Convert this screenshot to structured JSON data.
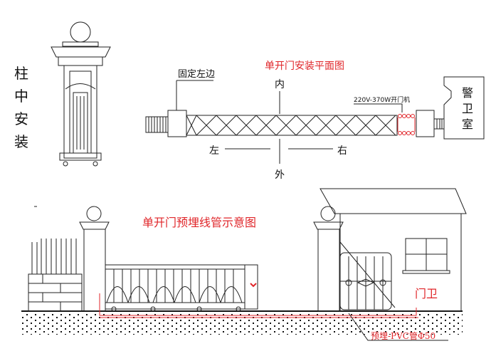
{
  "left_label": [
    "柱",
    "中",
    "安",
    "装"
  ],
  "plan": {
    "title": "单开门安装平面图",
    "fixed_left": "固定左边",
    "inside": "内",
    "outside": "外",
    "left": "左",
    "right": "右",
    "motor": "220V-370W开门机",
    "guard_room": [
      "警",
      "卫",
      "室"
    ]
  },
  "section": {
    "title": "单开门预埋线管示意图",
    "guard": "门卫",
    "pipe": "预埋-PVC管Φ50"
  },
  "colors": {
    "accent": "#e0262a"
  }
}
